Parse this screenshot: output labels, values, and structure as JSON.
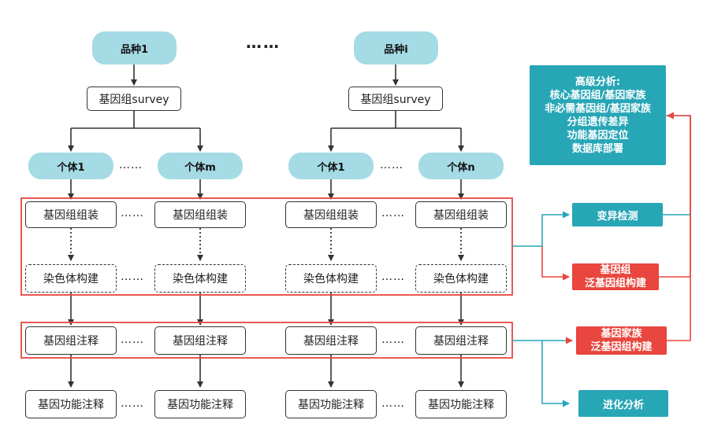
{
  "species": [
    "品种1",
    "品种i"
  ],
  "survey_label": "基因组survey",
  "individuals": [
    "个体1",
    "个体m",
    "个体1",
    "个体n"
  ],
  "assembly_label": "基因组组装",
  "chromosome_label": "染色体构建",
  "annotation_label": "基因组注释",
  "function_label": "基因功能注释",
  "ellipsis": "……",
  "big_ellipsis": "……",
  "outputs": {
    "variant_detection": "变异检测",
    "pan_genome_line1": "基因组",
    "pan_genome_line2": "泛基因组构建",
    "pan_gene_family_line1": "基因家族",
    "pan_gene_family_line2": "泛基因组构建",
    "evolution": "进化分析"
  },
  "advanced": {
    "title": "高级分析:",
    "items": [
      "核心基因组/基因家族",
      "非必需基因组/基因家族",
      "分组遗传差异",
      "功能基因定位",
      "数据库部署"
    ]
  },
  "colors": {
    "teal": "#27a6b6",
    "pill": "#a4dbe4",
    "red": "#e8463e",
    "arrow": "#333333"
  }
}
